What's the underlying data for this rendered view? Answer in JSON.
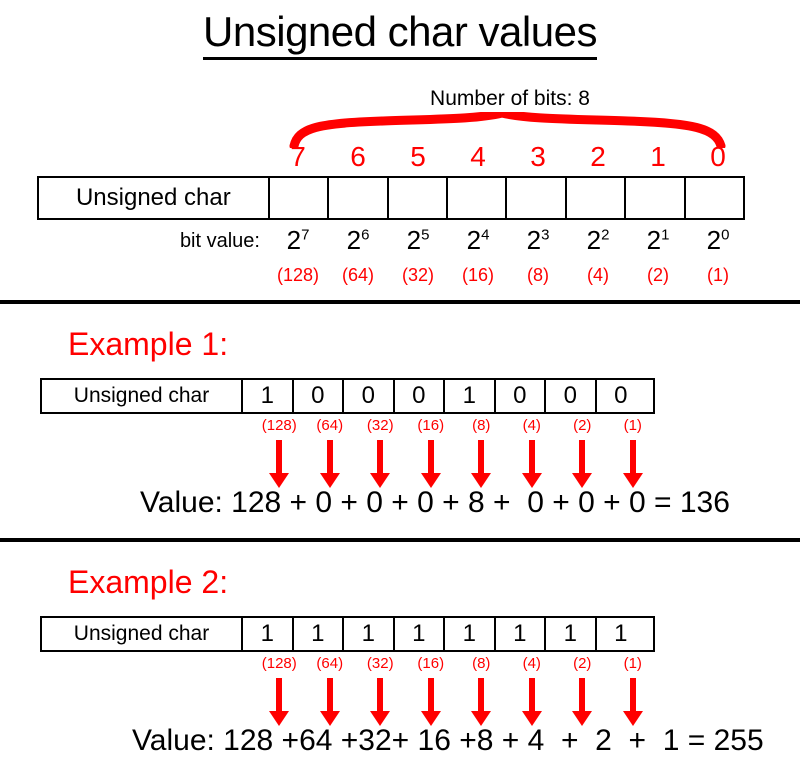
{
  "title": "Unsigned char values",
  "colors": {
    "accent_red": "#ff0000",
    "text_black": "#000000",
    "background": "#ffffff"
  },
  "section_reference": {
    "bits_count_label": "Number of bits: 8",
    "bit_indices": [
      "7",
      "6",
      "5",
      "4",
      "3",
      "2",
      "1",
      "0"
    ],
    "row_label": "Unsigned char",
    "cells": [
      "",
      "",
      "",
      "",
      "",
      "",
      "",
      ""
    ],
    "bit_value_label": "bit value:",
    "powers_base": [
      "2",
      "2",
      "2",
      "2",
      "2",
      "2",
      "2",
      "2"
    ],
    "powers_exponent": [
      "7",
      "6",
      "5",
      "4",
      "3",
      "2",
      "1",
      "0"
    ],
    "decimal_values": [
      "(128)",
      "(64)",
      "(32)",
      "(16)",
      "(8)",
      "(4)",
      "(2)",
      "(1)"
    ]
  },
  "example_1": {
    "heading": "Example 1:",
    "row_label": "Unsigned char",
    "bits": [
      "1",
      "0",
      "0",
      "0",
      "1",
      "0",
      "0",
      "0"
    ],
    "decimal_values": [
      "(128)",
      "(64)",
      "(32)",
      "(16)",
      "(8)",
      "(4)",
      "(2)",
      "(1)"
    ],
    "value_line": "Value: 128 + 0 + 0 + 0 + 8 +  0 + 0 + 0 = 136",
    "terms": [
      "128",
      "0",
      "0",
      "0",
      "8",
      "0",
      "0",
      "0"
    ],
    "total": "136"
  },
  "example_2": {
    "heading": "Example 2:",
    "row_label": "Unsigned char",
    "bits": [
      "1",
      "1",
      "1",
      "1",
      "1",
      "1",
      "1",
      "1"
    ],
    "decimal_values": [
      "(128)",
      "(64)",
      "(32)",
      "(16)",
      "(8)",
      "(4)",
      "(2)",
      "(1)"
    ],
    "value_line": "Value: 128 +64 +32+ 16 +8 + 4  +  2  +  1 = 255",
    "terms": [
      "128",
      "64",
      "32",
      "16",
      "8",
      "4",
      "2",
      "1"
    ],
    "total": "255"
  },
  "icons": {
    "brace": "curly-brace-red",
    "arrow": "down-arrow-red"
  }
}
